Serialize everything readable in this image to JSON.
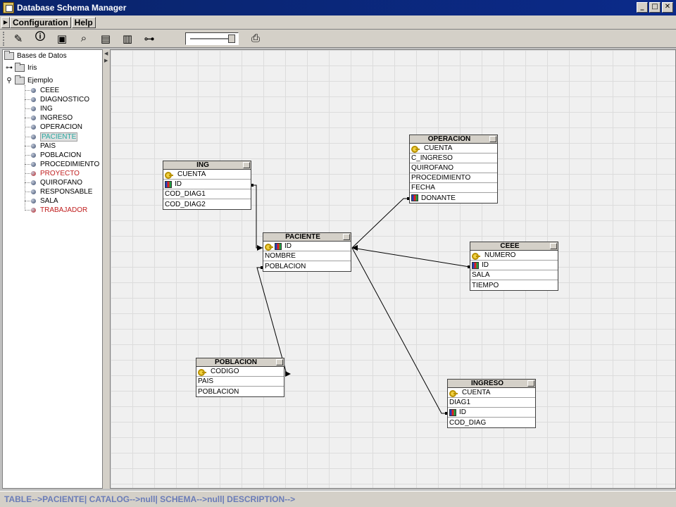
{
  "window": {
    "title": "Database Schema Manager",
    "controls": [
      "_",
      "□",
      "✕"
    ]
  },
  "menu": {
    "items": [
      "Configuration",
      "Help"
    ]
  },
  "toolbar": {
    "buttons": [
      {
        "name": "edit-schema-icon",
        "glyph": "✎"
      },
      {
        "name": "database-info-icon",
        "glyph": "🛈"
      },
      {
        "name": "map-icon",
        "glyph": "▣"
      },
      {
        "name": "binoculars-icon",
        "glyph": "⌕"
      },
      {
        "name": "properties-icon",
        "glyph": "▤"
      },
      {
        "name": "layout-icon",
        "glyph": "▥"
      },
      {
        "name": "relations-icon",
        "glyph": "⊶"
      }
    ],
    "print_glyph": "⎙"
  },
  "tree": {
    "root": "Bases de Datos",
    "nodes": [
      {
        "label": "Iris",
        "expander": "⊶"
      },
      {
        "label": "Ejemplo",
        "expander": "⚲"
      }
    ],
    "tables": [
      {
        "label": "CEEE",
        "color": "#3a4a6a",
        "text": "#000000",
        "selected": false
      },
      {
        "label": "DIAGNOSTICO",
        "color": "#3a4a6a",
        "text": "#000000",
        "selected": false
      },
      {
        "label": "ING",
        "color": "#3a4a6a",
        "text": "#000000",
        "selected": false
      },
      {
        "label": "INGRESO",
        "color": "#3a4a6a",
        "text": "#000000",
        "selected": false
      },
      {
        "label": "OPERACION",
        "color": "#3a4a6a",
        "text": "#000000",
        "selected": false
      },
      {
        "label": "PACIENTE",
        "color": "#3a4a6a",
        "text": "#2aa8a0",
        "selected": true
      },
      {
        "label": "PAIS",
        "color": "#3a4a6a",
        "text": "#000000",
        "selected": false
      },
      {
        "label": "POBLACION",
        "color": "#3a4a6a",
        "text": "#000000",
        "selected": false
      },
      {
        "label": "PROCEDIMIENTO",
        "color": "#3a4a6a",
        "text": "#000000",
        "selected": false
      },
      {
        "label": "PROYECTO",
        "color": "#c02020",
        "text": "#c02020",
        "selected": false
      },
      {
        "label": "QUIROFANO",
        "color": "#3a4a6a",
        "text": "#000000",
        "selected": false
      },
      {
        "label": "RESPONSABLE",
        "color": "#3a4a6a",
        "text": "#000000",
        "selected": false
      },
      {
        "label": "SALA",
        "color": "#3a4a6a",
        "text": "#000000",
        "selected": false
      },
      {
        "label": "TRABAJADOR",
        "color": "#c02020",
        "text": "#c02020",
        "selected": false
      }
    ]
  },
  "diagram": {
    "tables": [
      {
        "id": "ing",
        "title": "ING",
        "fields": [
          {
            "name": "CUENTA",
            "icon": "key"
          },
          {
            "name": "ID",
            "icon": "fk"
          },
          {
            "name": "COD_DIAG1",
            "icon": ""
          },
          {
            "name": "COD_DIAG2",
            "icon": ""
          }
        ]
      },
      {
        "id": "operacion",
        "title": "OPERACION",
        "fields": [
          {
            "name": "CUENTA",
            "icon": "key"
          },
          {
            "name": "C_INGRESO",
            "icon": ""
          },
          {
            "name": "QUIROFANO",
            "icon": ""
          },
          {
            "name": "PROCEDIMIENTO",
            "icon": ""
          },
          {
            "name": "FECHA",
            "icon": ""
          },
          {
            "name": "DONANTE",
            "icon": "fk"
          }
        ]
      },
      {
        "id": "paciente",
        "title": "PACIENTE",
        "fields": [
          {
            "name": "ID",
            "icon": "keyfk"
          },
          {
            "name": "NOMBRE",
            "icon": ""
          },
          {
            "name": "POBLACION",
            "icon": ""
          }
        ]
      },
      {
        "id": "ceee",
        "title": "CEEE",
        "fields": [
          {
            "name": "NUMERO",
            "icon": "key"
          },
          {
            "name": "ID",
            "icon": "fk"
          },
          {
            "name": "SALA",
            "icon": ""
          },
          {
            "name": "TIEMPO",
            "icon": ""
          }
        ]
      },
      {
        "id": "poblacion",
        "title": "POBLACION",
        "fields": [
          {
            "name": "CODIGO",
            "icon": "key"
          },
          {
            "name": "PAIS",
            "icon": ""
          },
          {
            "name": "POBLACION",
            "icon": ""
          }
        ]
      },
      {
        "id": "ingreso",
        "title": "INGRESO",
        "fields": [
          {
            "name": "CUENTA",
            "icon": "key"
          },
          {
            "name": "DIAG1",
            "icon": ""
          },
          {
            "name": "ID",
            "icon": "fk"
          },
          {
            "name": "COD_DIAG",
            "icon": ""
          }
        ]
      }
    ]
  },
  "status": {
    "text": "TABLE-->PACIENTE| CATALOG-->null| SCHEMA-->null| DESCRIPTION-->"
  }
}
